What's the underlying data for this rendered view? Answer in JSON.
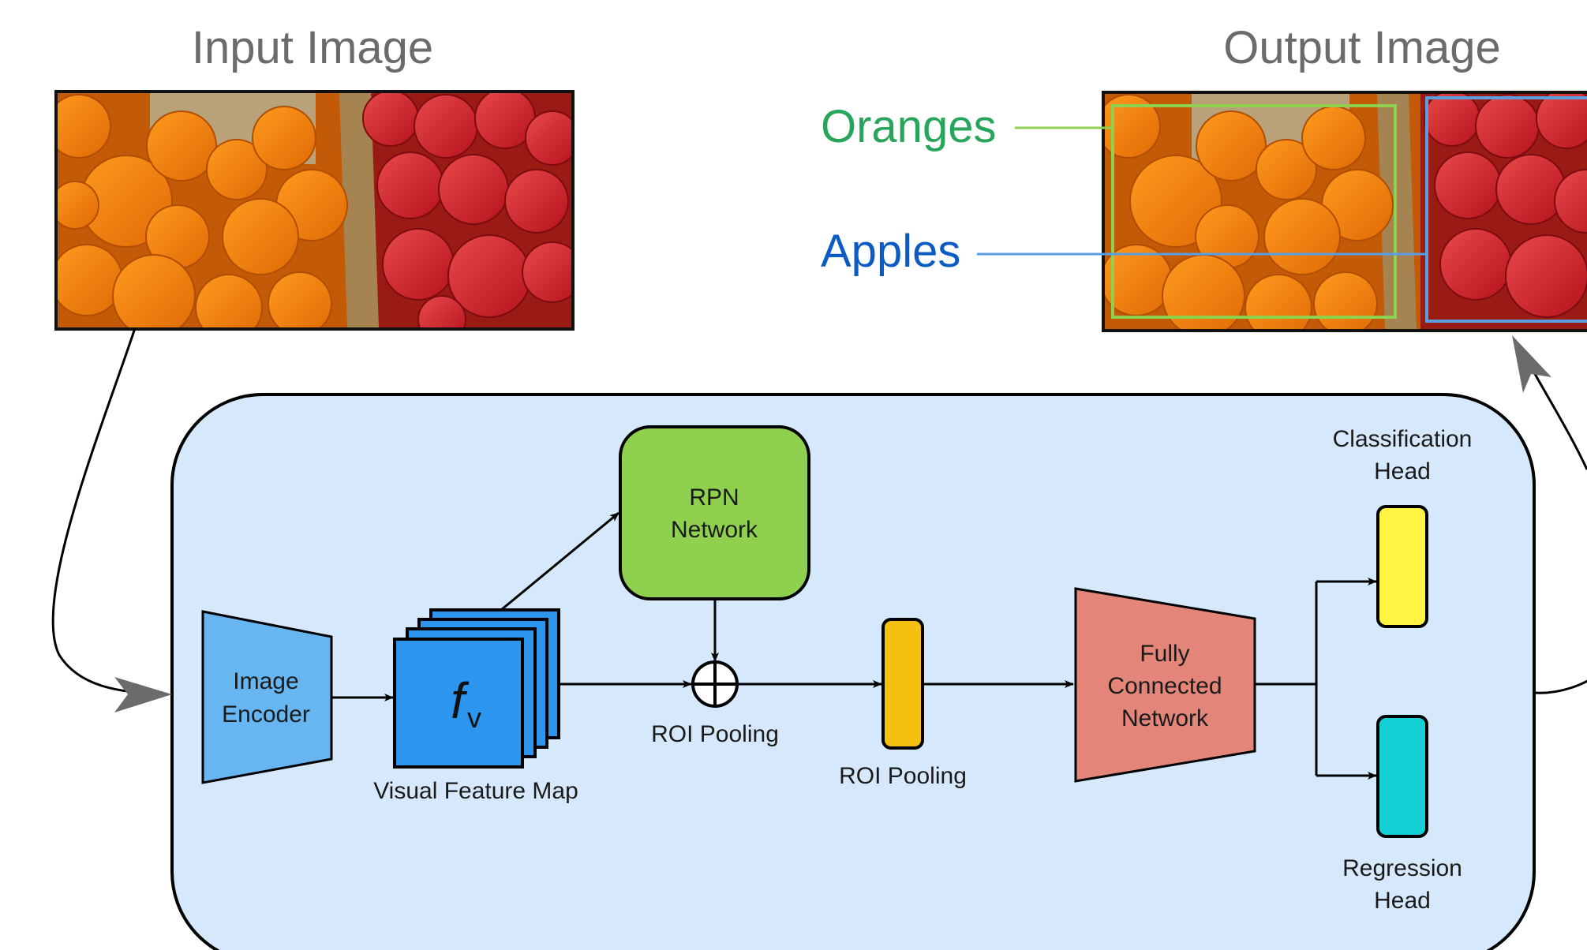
{
  "input_title": "Input Image",
  "output_title": "Output Image",
  "labels": {
    "oranges": "Oranges",
    "apples": "Apples"
  },
  "nodes": {
    "image_encoder": [
      "Image",
      "Encoder"
    ],
    "feature_map_symbol": "f",
    "feature_map_subscript": "v",
    "feature_map_caption": "Visual Feature Map",
    "rpn": [
      "RPN",
      "Network"
    ],
    "roi_pooling_op": "ROI Pooling",
    "roi_pooling_vector": "ROI Pooling",
    "fc": [
      "Fully",
      "Connected",
      "Network"
    ],
    "classification_head": [
      "Classification",
      "Head"
    ],
    "regression_head": [
      "Regression",
      "Head"
    ]
  },
  "colors": {
    "panel_fill": "#d6e9fc",
    "encoder": "#67b6f1",
    "feature_map": "#2c96ee",
    "rpn": "#8fd14f",
    "roi_vector": "#f5c00f",
    "fc": "#e4857a",
    "classification_head": "#fff442",
    "regression_head": "#14cfd3",
    "oranges_label": "#27a65b",
    "oranges_box": "#8fd14f",
    "apples_label": "#0a5bc4",
    "apples_box": "#5b9ee0",
    "gray_arrow": "#6b6b6b"
  }
}
